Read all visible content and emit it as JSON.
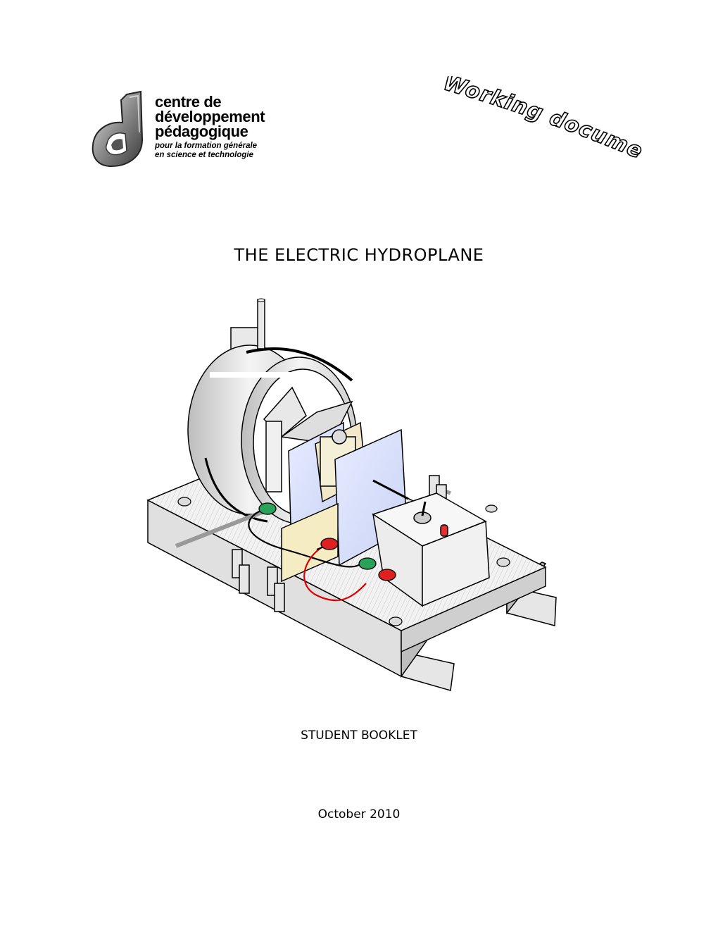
{
  "organization": {
    "name_lines": [
      "centre de",
      "développement",
      "pédagogique"
    ],
    "tagline_lines": [
      "pour la formation générale",
      "en science et technologie"
    ],
    "logo_icon": "cdp-logo-mark"
  },
  "stamp": {
    "text": "Working document"
  },
  "document": {
    "title": "THE ELECTRIC HYDROPLANE",
    "subtitle": "STUDENT BOOKLET",
    "date": "October 2010"
  },
  "illustration": {
    "icon": "electric-hydroplane-drawing"
  }
}
